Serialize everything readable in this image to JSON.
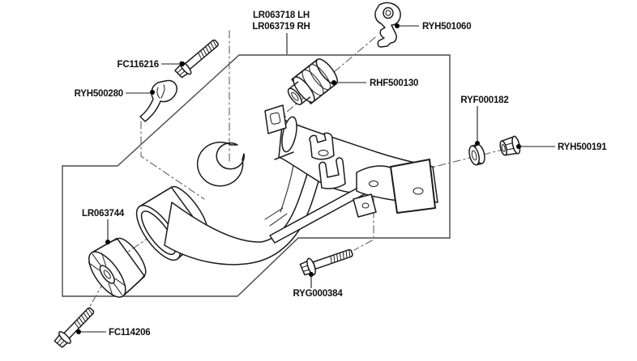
{
  "diagram": {
    "background": "#ffffff",
    "line_color": "#1c1c1c",
    "centerline_color": "#6e6e6e",
    "labels": {
      "arm_lh": "LR063718 LH",
      "arm_rh": "LR063719 RH",
      "bracket_top": "RYH501060",
      "bolt_front_upper": "FC116216",
      "clip_left": "RYH500280",
      "bushing_upper": "RHF500130",
      "washer_right": "RYF000182",
      "nut_right": "RYH500191",
      "bushing_rear": "LR063744",
      "bolt_center": "RYG000384",
      "bolt_lower_left": "FC114206"
    }
  }
}
